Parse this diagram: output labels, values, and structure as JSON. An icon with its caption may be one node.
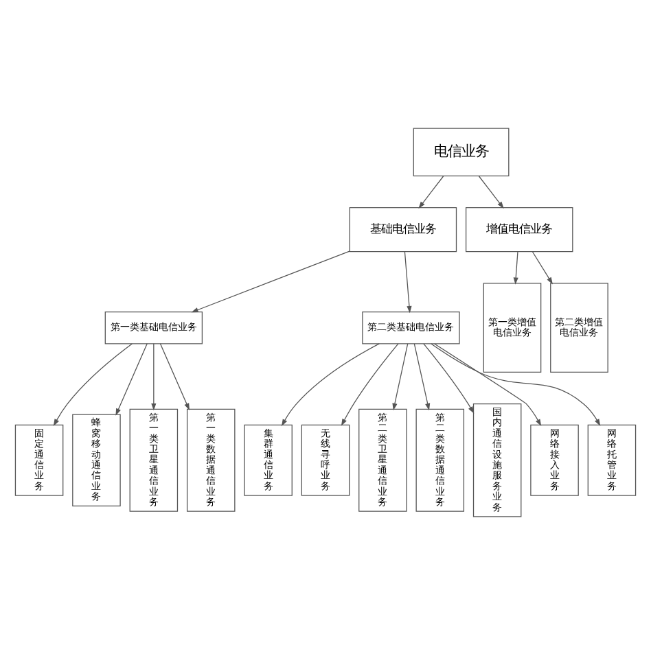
{
  "diagram": {
    "nodes": [
      {
        "text": [
          "电信业务"
        ]
      },
      {
        "text": [
          "基础电信业务"
        ]
      },
      {
        "text": [
          "增值电信业务"
        ]
      },
      {
        "text": [
          "第一类基础电信业务"
        ]
      },
      {
        "text": [
          "第二类基础电信业务"
        ]
      },
      {
        "text": [
          "第一类增值电信业务"
        ]
      },
      {
        "text": [
          "第二类增值电信业务"
        ]
      },
      {
        "text": [
          "固定通信业务"
        ]
      },
      {
        "text": [
          "蜂窝移动通信业务"
        ]
      },
      {
        "text": [
          "第一类卫星通信业务"
        ]
      },
      {
        "text": [
          "第一类数据通信业务"
        ]
      },
      {
        "text": [
          "集群通信业务"
        ]
      },
      {
        "text": [
          "无线寻呼业务"
        ]
      },
      {
        "text": [
          "第二类卫星通信业务"
        ]
      },
      {
        "text": [
          "第二类数据通信业务"
        ]
      },
      {
        "text": [
          "国内通信设施服务业务"
        ]
      },
      {
        "text": [
          "网络接入业务"
        ]
      },
      {
        "text": [
          "网络托管业务"
        ]
      }
    ],
    "edges": [
      {
        "from": 0,
        "to": 1,
        "arrow": "to"
      },
      {
        "from": 0,
        "to": 2,
        "arrow": "to"
      },
      {
        "from": 1,
        "to": 3,
        "arrow": "to"
      },
      {
        "from": 1,
        "to": 4,
        "arrow": "to"
      },
      {
        "from": 2,
        "to": 5,
        "arrow": "to"
      },
      {
        "from": 2,
        "to": 6,
        "arrow": "to"
      },
      {
        "from": 3,
        "to": 7,
        "arrow": "to"
      },
      {
        "from": 3,
        "to": 8,
        "arrow": "to"
      },
      {
        "from": 3,
        "to": 9,
        "arrow": "to"
      },
      {
        "from": 3,
        "to": 10,
        "arrow": "to"
      },
      {
        "from": 4,
        "to": 11,
        "arrow": "to"
      },
      {
        "from": 4,
        "to": 12,
        "arrow": "to"
      },
      {
        "from": 4,
        "to": 13,
        "arrow": "to"
      },
      {
        "from": 4,
        "to": 14,
        "arrow": "to"
      },
      {
        "from": 4,
        "to": 15,
        "arrow": "to"
      },
      {
        "from": 4,
        "to": 16,
        "arrow": "to"
      },
      {
        "from": 4,
        "to": 17,
        "arrow": "to"
      }
    ]
  }
}
